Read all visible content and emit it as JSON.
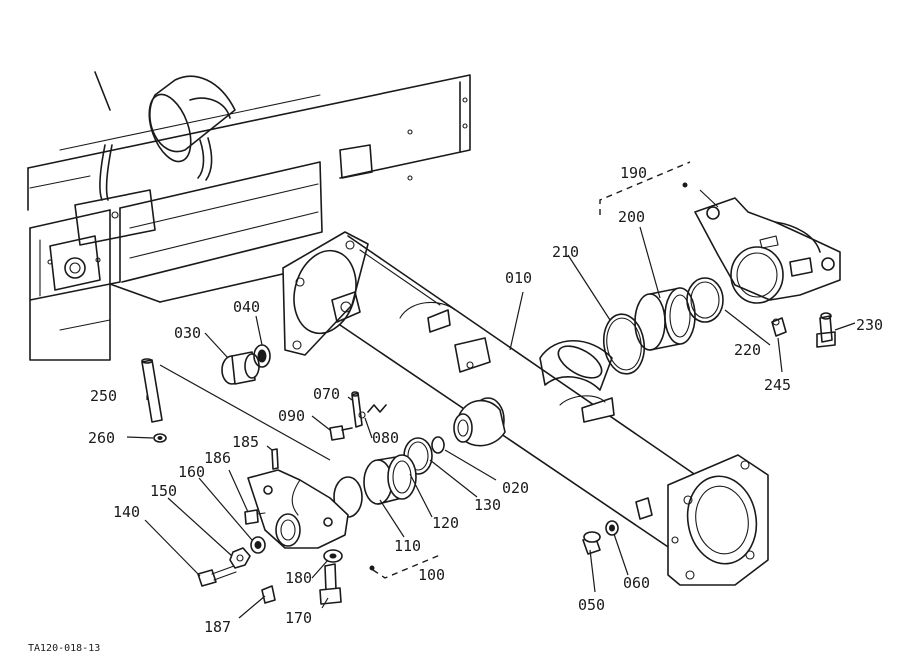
{
  "diagram": {
    "drawing_id": "TA120-018-13",
    "part_numbers": {
      "p010": "010",
      "p020": "020",
      "p030": "030",
      "p040": "040",
      "p050": "050",
      "p060": "060",
      "p070": "070",
      "p080": "080",
      "p090": "090",
      "p100": "100",
      "p110": "110",
      "p120": "120",
      "p130": "130",
      "p140": "140",
      "p150": "150",
      "p160": "160",
      "p170": "170",
      "p180": "180",
      "p185": "185",
      "p186": "186",
      "p187": "187",
      "p190": "190",
      "p200": "200",
      "p210": "210",
      "p220": "220",
      "p230": "230",
      "p245": "245",
      "p250": "250",
      "p260": "260"
    }
  }
}
